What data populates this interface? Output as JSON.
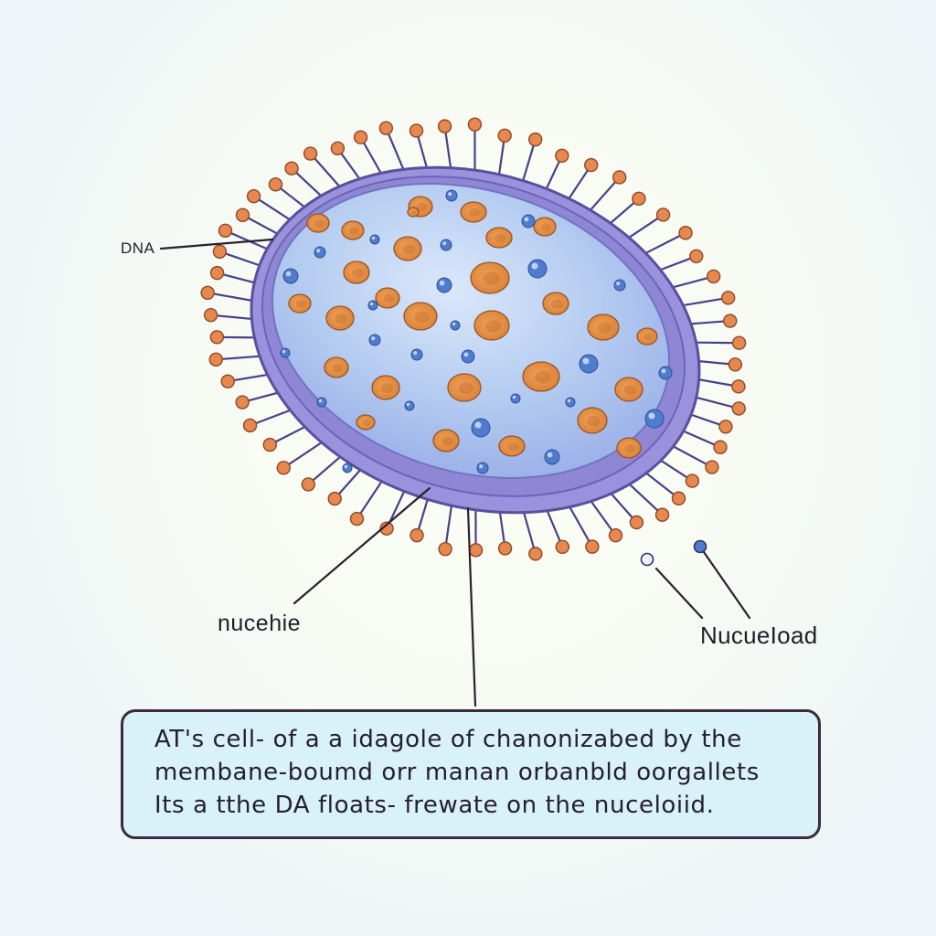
{
  "labels": {
    "dna": "DNA",
    "nucehie": "nucehie",
    "nucueload": "NucueIoad"
  },
  "caption": {
    "line1": "AT's cell- of a a idagole of chanonizabed by the",
    "line2": "membane-boumd orr manan orbanbld oorgallets",
    "line3": "Its a tthe DA floats- frewate on the nuceloiid."
  },
  "colors": {
    "background": "#f3f7f9",
    "cell_fill": "#a9c6ee",
    "membrane": "#8c84d6",
    "spike_head": "#e8874e",
    "orange_organelle": "#e08a3e",
    "blue_vesicle": "#4f7ccc",
    "caption_fill": "#d9f1f8",
    "outline": "#3b2b3c"
  }
}
